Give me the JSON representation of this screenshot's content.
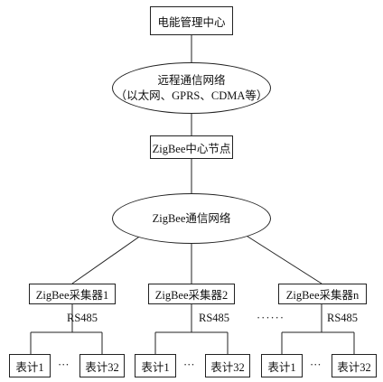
{
  "top": {
    "label": "电能管理中心"
  },
  "remote_network": {
    "line1": "远程通信网络",
    "line2": "（以太网、GPRS、CDMA等）"
  },
  "zigbee_center": {
    "label": "ZigBee中心节点"
  },
  "zigbee_network": {
    "label": "ZigBee通信网络"
  },
  "collectors": [
    {
      "label": "ZigBee采集器1",
      "bus": "RS485",
      "meter_first": "表计1",
      "meter_sep": "···",
      "meter_last": "表计32"
    },
    {
      "label": "ZigBee采集器2",
      "bus": "RS485",
      "meter_first": "表计1",
      "meter_sep": "···",
      "meter_last": "表计32"
    },
    {
      "label": "ZigBee采集器n",
      "bus": "RS485",
      "meter_first": "表计1",
      "meter_sep": "···",
      "meter_last": "表计32"
    }
  ],
  "collector_gap": "······"
}
